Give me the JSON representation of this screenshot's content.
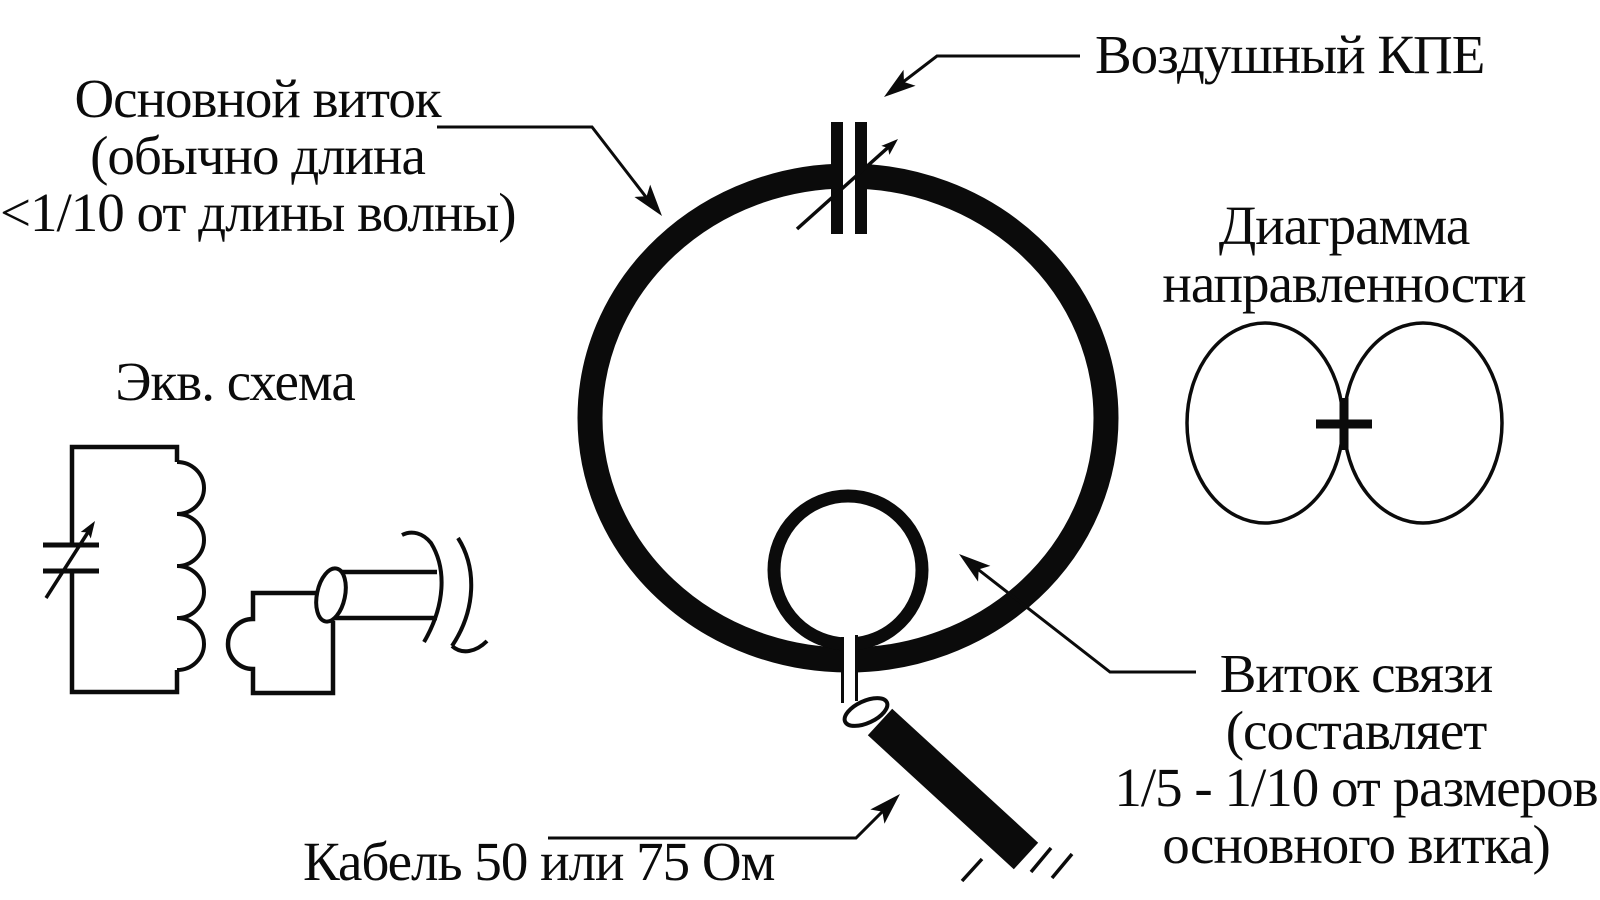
{
  "title": "Magnetic loop antenna diagram",
  "colors": {
    "ink": "#0b0b0b",
    "background": "#ffffff"
  },
  "labels": {
    "main_loop": {
      "lines": [
        "Основной виток",
        "(обычно длина",
        "<1/10 от длины волны)"
      ]
    },
    "capacitor": {
      "text": "Воздушный КПЕ"
    },
    "pattern": {
      "lines": [
        "Диаграмма",
        "направленности"
      ]
    },
    "equivalent": {
      "text": "Экв. схема"
    },
    "coupling": {
      "lines": [
        "Виток связи",
        "(составляет",
        "1/5 - 1/10 от размеров",
        "основного витка)"
      ]
    },
    "cable": {
      "text": "Кабель 50 или 75 Ом"
    }
  },
  "icons": [
    "main-loop-circle",
    "air-variable-capacitor",
    "coupling-loop-circle",
    "coax-cable",
    "radiation-pattern-figure-eight",
    "equivalent-circuit",
    "leader-arrows"
  ]
}
